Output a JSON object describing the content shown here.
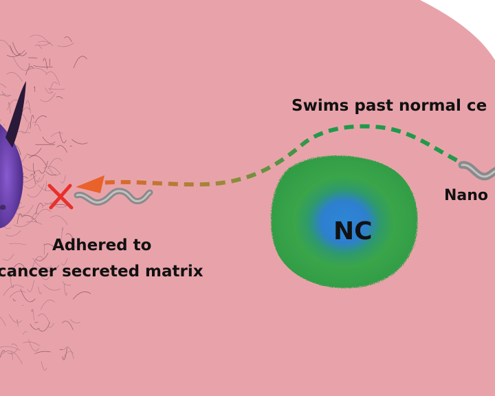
{
  "labels": {
    "swims": "Swims past normal ce",
    "nanobot": "Nano",
    "adhered_line1": "Adhered to",
    "adhered_line2": "cancer secreted matrix",
    "normal_cell": "NC"
  },
  "colors": {
    "background": "#e8a3aa",
    "outside": "#ffffff",
    "path_green": "#1f9a4a",
    "path_orange": "#e8622a",
    "normal_cell_outer": "#36a04a",
    "normal_cell_inner": "#2f7fd0",
    "cancer_cell": "#6a3fa8",
    "matrix_fibers": "#8a5a6a",
    "swimmer": "#9a9a9a",
    "x_mark": "#e8302a"
  },
  "icons": {
    "blocked": "red-x-icon",
    "arrow": "arrowhead-icon"
  }
}
